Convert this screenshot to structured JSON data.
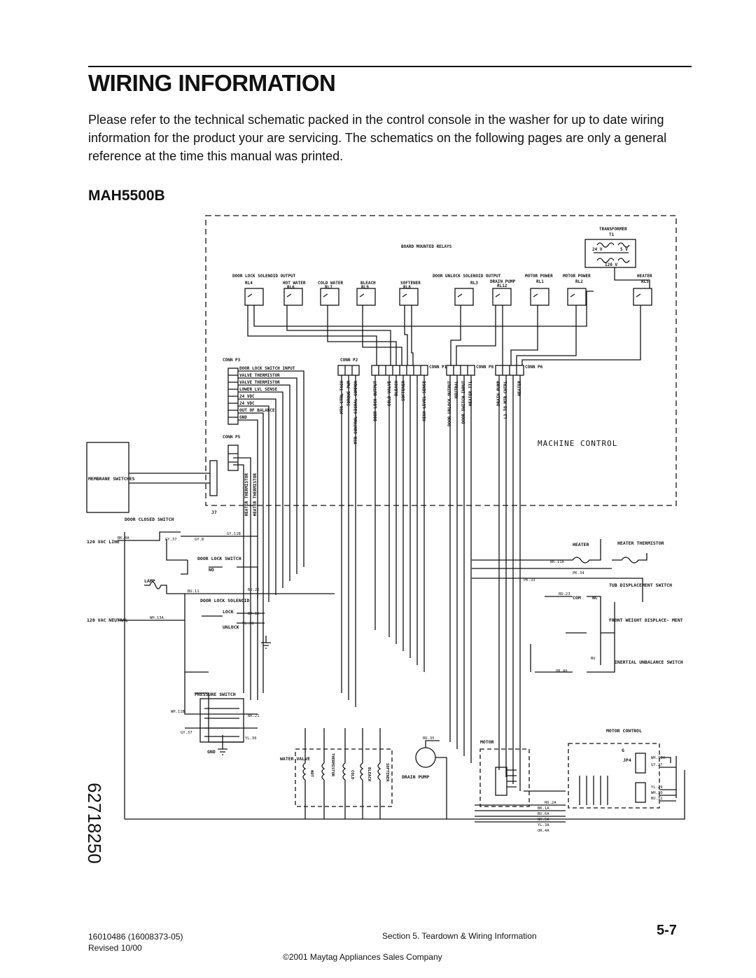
{
  "header": {
    "title": "WIRING INFORMATION",
    "intro": "Please refer to the technical schematic packed in the control console in the washer for up to date wiring information for the product your are servicing.  The schematics on the following pages are only a general reference at the time this manual was printed."
  },
  "model": "MAH5500B",
  "schematic": {
    "part_number": "62718250",
    "board_mounted_relays": "BOARD MOUNTED RELAYS",
    "transformer": "TRANSFORMER",
    "transformer_id": "T1",
    "transformer_24v": "24 V",
    "transformer_5v": "5 V",
    "transformer_120v": "120 V",
    "machine_control": "MACHINE CONTROL",
    "membrane_switches": "MEMBRANE SWITCHES",
    "j7": "J7",
    "relays": [
      {
        "name": "DOOR LOCK SOLENOID OUTPUT",
        "id": "RL4"
      },
      {
        "name": "HOT WATER",
        "id": "RL6"
      },
      {
        "name": "COLD WATER",
        "id": "RL7"
      },
      {
        "name": "BLEACH",
        "id": "RL9"
      },
      {
        "name": "SOFTENER",
        "id": "RL8"
      },
      {
        "name": "DOOR UNLOCK SOLENOID OUTPUT",
        "id": "RL3"
      },
      {
        "name": "DRAIN PUMP",
        "id": "RL12"
      },
      {
        "name": "MOTOR POWER",
        "id": "RL1"
      },
      {
        "name": "MOTOR POWER",
        "id": "RL2"
      },
      {
        "name": "HEATER",
        "id": "RL5"
      }
    ],
    "conn_p3": {
      "label": "CONN P3",
      "pins": [
        "DOOR LOCK SWITCH INPUT",
        "VALVE THERMISTOR",
        "VALVE THERMISTOR",
        "LOWER LVL SENSE",
        "24 VDC",
        "24 VDC",
        "OUT OF BALANCE",
        "GND"
      ]
    },
    "conn_p2": {
      "label": "CONN P2",
      "pins": [
        "MTR CTRL TACH",
        "TORQUE PWM",
        "MTR CONTROL SIGNAL COMMON"
      ]
    },
    "conn_p1": {
      "label": "CONN P1",
      "pins": [
        "DOOR LOCK OUTPUT",
        "COLD VALVE",
        "BLEACH",
        "SOFTENER",
        "HIGH LEVEL SENSE"
      ]
    },
    "conn_p8": {
      "label": "CONN P8",
      "pins": [
        "DOOR UNLOCK OUTPUT",
        "NEUTRAL",
        "DOOR SWITCH INPUT",
        "HEATER TTL"
      ]
    },
    "conn_p6": {
      "label": "CONN P6",
      "pins": [
        "DRAIN PUMP",
        "L1 TO MTR CNTRL",
        "HEATER"
      ]
    },
    "conn_p5": {
      "label": "CONN P5",
      "pins": [
        "HEATER THERMISTOR",
        "HEATER THERMISTOR"
      ]
    },
    "components": {
      "door_closed_switch": "DOOR CLOSED SWITCH",
      "line_120vac": "120 VAC LINE",
      "neutral_120vac": "120 VAC NEUTRAL",
      "door_lock_switch": "DOOR LOCK SWITCH",
      "lamp": "LAMP",
      "door_lock_solenoid": "DOOR LOCK SOLENOID",
      "lock": "LOCK",
      "unlock": "UNLOCK",
      "pressure_switch": "PRESSURE SWITCH",
      "water_valve": "WATER VALVE",
      "drain_pump": "DRAIN PUMP",
      "motor": "MOTOR",
      "motor_control": "MOTOR CONTROL",
      "heater": "HEATER",
      "heater_thermistor": "HEATER THERMISTOR",
      "tub_displacement_switch": "TUB DISPLACEMENT SWITCH",
      "front_weight_switch": "FRONT WEIGHT DISPLACE- MENT SWITCH",
      "inertial_unbalance_switch": "INERTIAL UNBALANCE SWITCH",
      "gnd": "GND",
      "jp4": "JP4",
      "com": "COM",
      "nc": "NC",
      "no": "NO",
      "g": "G"
    },
    "wire_labels": [
      "GY.11B",
      "BK.4A",
      "GY.37",
      "GY.8",
      "BK.11A",
      "PK.34",
      "PK.33",
      "RD.23",
      "BU.26",
      "BU.11",
      "WH.13A",
      "BR.15",
      "YL.38",
      "WH.11B",
      "BR.21",
      "GY.37",
      "YL.36",
      "RD.35",
      "WH.13H",
      "GY.27",
      "YL.29",
      "WH.30",
      "BU.31",
      "RD.2A",
      "BK.1A",
      "BU.6A",
      "WH.5A",
      "YL.3A",
      "OR.4A",
      "OR.40",
      "BU"
    ],
    "valve_labels": [
      "HOT",
      "THERMISTOR",
      "COLD",
      "BLEACH",
      "SOFTENER"
    ]
  },
  "footer": {
    "doc_number": "16010486   (16008373-05)",
    "revised": "Revised 10/00",
    "section": "Section 5.  Teardown & Wiring Information",
    "page": "5-7",
    "copyright": "©2001 Maytag Appliances Sales Company"
  }
}
